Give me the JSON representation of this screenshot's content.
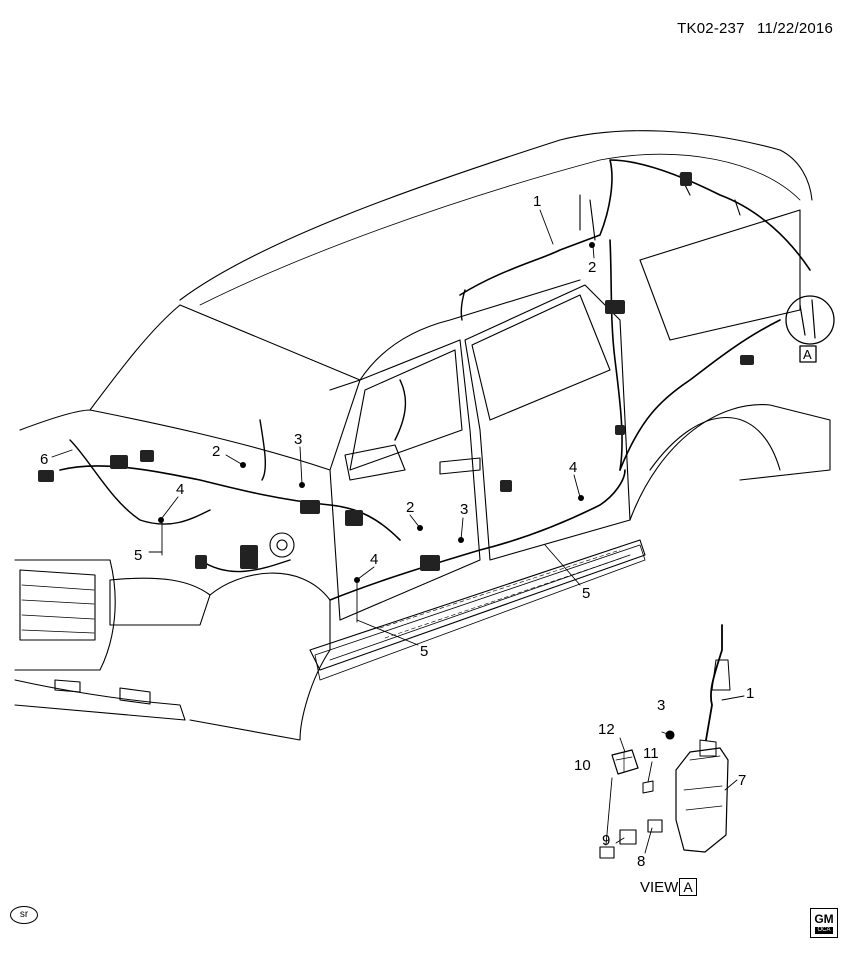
{
  "header": {
    "code": "TK02-237",
    "date": "11/22/2016"
  },
  "view_label": {
    "prefix": "VIEW",
    "letter": "A"
  },
  "detail_marker": "A",
  "callouts": {
    "c1": "1",
    "c1b": "1",
    "c2a": "2",
    "c2b": "2",
    "c2c": "2",
    "c3a": "3",
    "c3b": "3",
    "c3c": "3",
    "c4a": "4",
    "c4b": "4",
    "c4c": "4",
    "c5a": "5",
    "c5b": "5",
    "c5c": "5",
    "c6": "6",
    "c7": "7",
    "c8": "8",
    "c9": "9",
    "c10": "10",
    "c11": "11",
    "c12": "12"
  },
  "footer": {
    "source_mark": "sr",
    "logo": "GM",
    "logo_sub": "OCA"
  }
}
